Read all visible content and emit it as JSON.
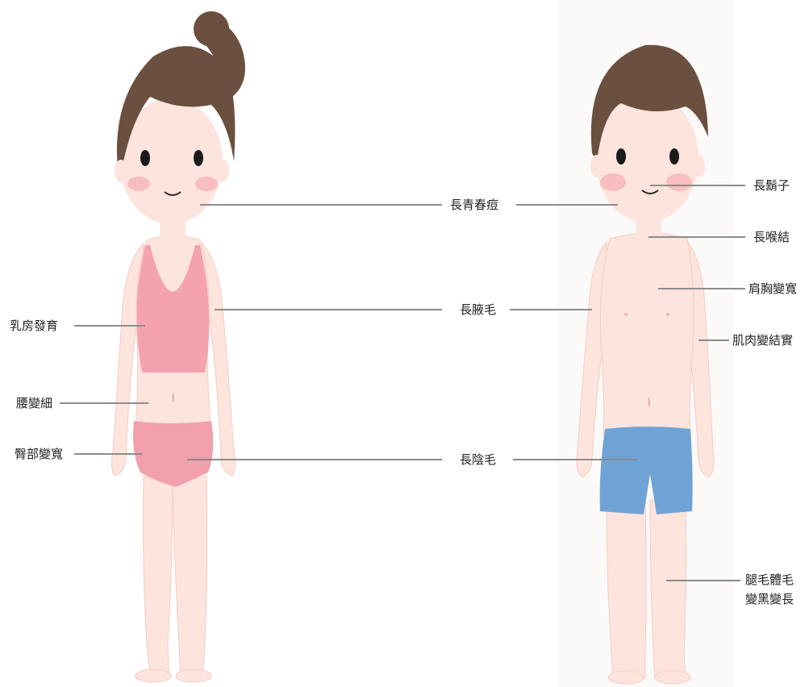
{
  "colors": {
    "skin": "#fde4dc",
    "skin_shadow": "#f4cdc3",
    "hair": "#6b4f3f",
    "girl_top": "#f4a3ae",
    "girl_bottom": "#f2a0ab",
    "boy_shorts": "#6fa3d6",
    "blush": "#f6b3b6",
    "leader_line": "#8c8c8c"
  },
  "labels": {
    "acne": "長青春痘",
    "underarm_hair": "長腋毛",
    "pubic_hair": "長陰毛",
    "breast": "乳房發育",
    "waist": "腰變細",
    "hips": "臀部變寬",
    "beard": "長鬍子",
    "adams_apple": "長喉結",
    "shoulders": "肩胸變寬",
    "muscles": "肌肉變結實",
    "leg_hair_1": "腿毛體毛",
    "leg_hair_2": "變黑變長"
  }
}
